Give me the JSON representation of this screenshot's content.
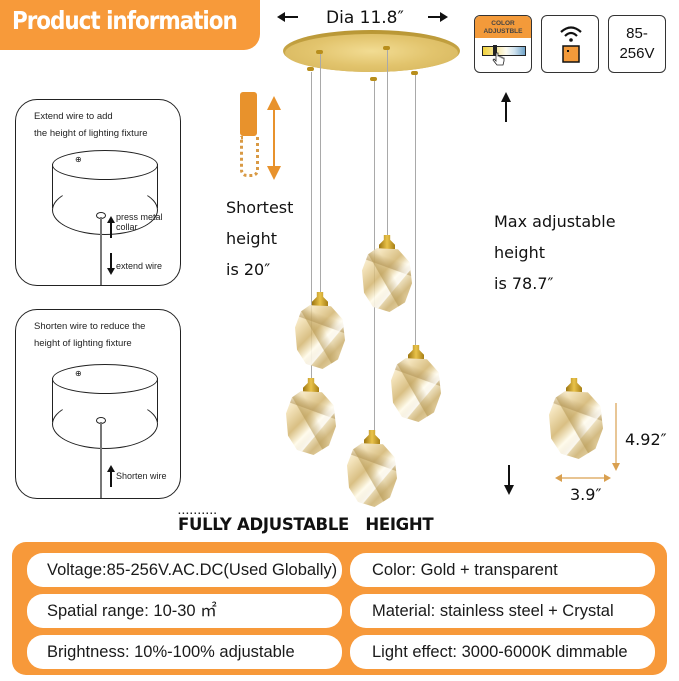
{
  "header": {
    "title": "Product information",
    "bg_color": "#f79a3a"
  },
  "dimensions": {
    "diameter": "Dia 11.8″",
    "shortest": [
      "Shortest",
      "height",
      "is 20″"
    ],
    "max": [
      "Max adjustable",
      "height",
      "is 78.7″"
    ],
    "pendant_height": "4.92″",
    "pendant_width": "3.9″"
  },
  "icons": {
    "color_card": {
      "line1": "COLOR",
      "line2": "ADJUSTBLE",
      "icon": "color-slider-hand-icon"
    },
    "remote_card": {
      "icon": "wireless-remote-icon"
    },
    "voltage_card": {
      "line1": "85-",
      "line2": "256V"
    }
  },
  "panels": {
    "extend": {
      "title_line1": "Extend wire to add",
      "title_line2": "the height of lighting fixture",
      "label_press_line1": "press metal",
      "label_press_line2": "collar",
      "label_extend": "extend wire"
    },
    "shorten": {
      "title_line1": "Shorten wire to reduce the",
      "title_line2": "height of lighting fixture",
      "label_shorten": "Shorten wire"
    }
  },
  "banner": {
    "dots": "..........",
    "text": "FULLY ADJUSTABLE   HEIGHT"
  },
  "specs": {
    "left": [
      "Voltage:85-256V.AC.DC(Used Globally)",
      "Spatial range: 10-30 ㎡",
      "Brightness: 10%-100% adjustable"
    ],
    "right": [
      "Color: Gold + transparent",
      "Material: stainless steel + Crystal",
      "Light effect: 3000-6000K dimmable"
    ],
    "frame_color": "#f7993a"
  },
  "colors": {
    "accent_orange": "#f39a3a",
    "gold": "#e2c46d"
  }
}
